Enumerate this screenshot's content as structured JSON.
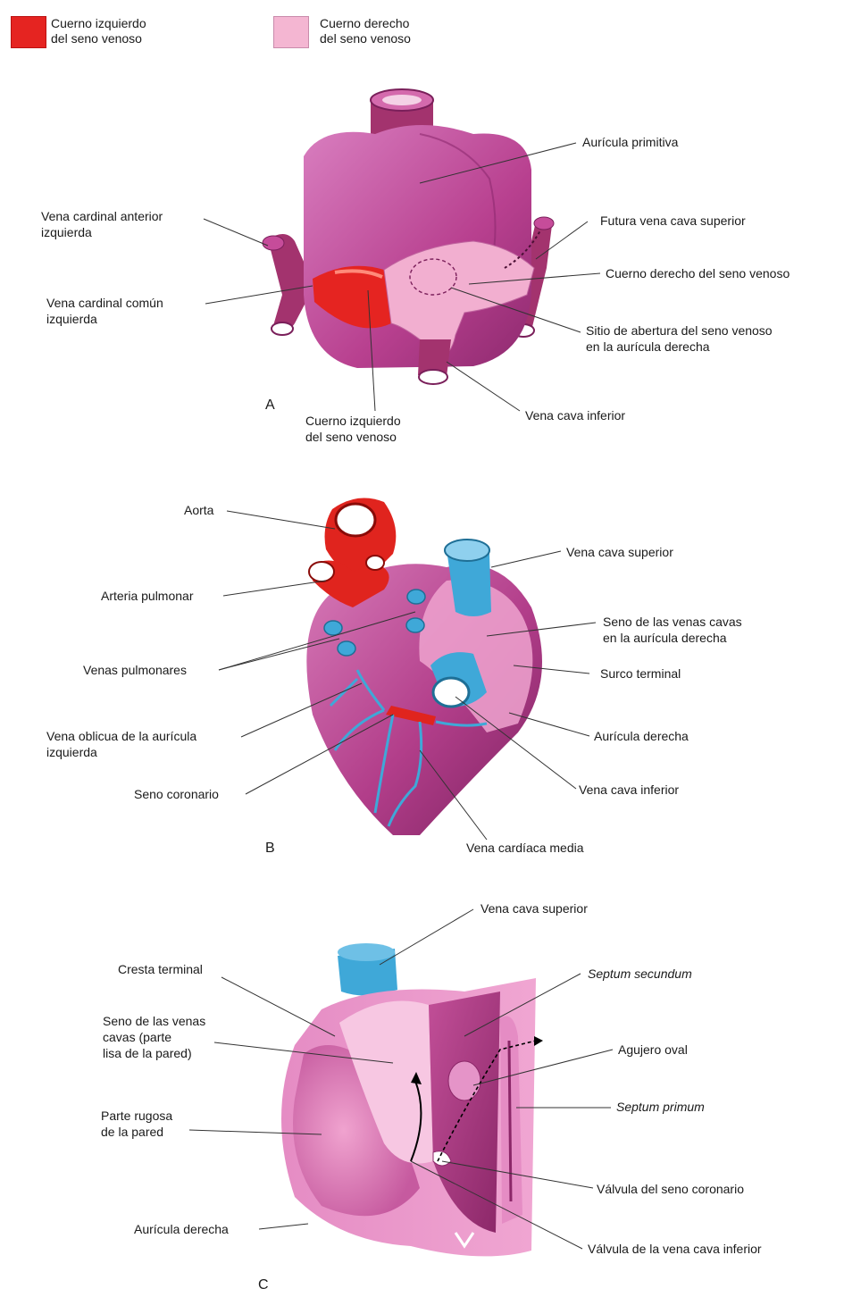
{
  "legend": {
    "left_horn": {
      "line1": "Cuerno izquierdo",
      "line2": "del seno venoso",
      "color": "#e52421"
    },
    "right_horn": {
      "line1": "Cuerno derecho",
      "line2": "del seno venoso",
      "color": "#f4b6d2"
    }
  },
  "colors": {
    "atrium": "#c54d9b",
    "atrium_dark": "#8e2a6f",
    "vessel": "#a3336e",
    "sinus_right": "#f2afd0",
    "sinus_left": "#e52421",
    "cava_blue": "#3fa8d8",
    "aorta_red": "#e0241e"
  },
  "panelA": {
    "letter": "A",
    "labels": {
      "auricula_primitiva": "Aurícula primitiva",
      "vena_cardinal_anterior_1": "Vena cardinal anterior",
      "vena_cardinal_anterior_2": "izquierda",
      "futura_vena_cava": "Futura vena cava superior",
      "cuerno_derecho": "Cuerno derecho del seno venoso",
      "vena_cardinal_comun_1": "Vena cardinal común",
      "vena_cardinal_comun_2": "izquierda",
      "sitio_abertura_1": "Sitio de abertura del seno venoso",
      "sitio_abertura_2": "en la aurícula derecha",
      "vena_cava_inferior": "Vena cava inferior",
      "cuerno_izquierdo_1": "Cuerno izquierdo",
      "cuerno_izquierdo_2": "del seno venoso"
    }
  },
  "panelB": {
    "letter": "B",
    "labels": {
      "aorta": "Aorta",
      "vena_cava_superior": "Vena cava superior",
      "arteria_pulmonar": "Arteria pulmonar",
      "seno_venas_cavas_1": "Seno de las venas cavas",
      "seno_venas_cavas_2": "en la aurícula derecha",
      "venas_pulmonares": "Venas pulmonares",
      "surco_terminal": "Surco terminal",
      "vena_oblicua_1": "Vena oblicua de la aurícula",
      "vena_oblicua_2": "izquierda",
      "auricula_derecha": "Aurícula derecha",
      "seno_coronario": "Seno coronario",
      "vena_cava_inferior": "Vena cava inferior",
      "vena_cardiaca_media": "Vena cardíaca media"
    }
  },
  "panelC": {
    "letter": "C",
    "labels": {
      "vena_cava_superior": "Vena cava superior",
      "cresta_terminal": "Cresta terminal",
      "septum_secundum": "Septum secundum",
      "seno_venas_cavas_1": "Seno de las venas",
      "seno_venas_cavas_2": "cavas (parte",
      "seno_venas_cavas_3": "lisa de la pared)",
      "agujero_oval": "Agujero oval",
      "septum_primum": "Septum primum",
      "parte_rugosa_1": "Parte rugosa",
      "parte_rugosa_2": "de la pared",
      "valvula_seno_coronario": "Válvula del seno coronario",
      "auricula_derecha": "Aurícula derecha",
      "valvula_vena_cava": "Válvula de la vena cava inferior"
    }
  }
}
